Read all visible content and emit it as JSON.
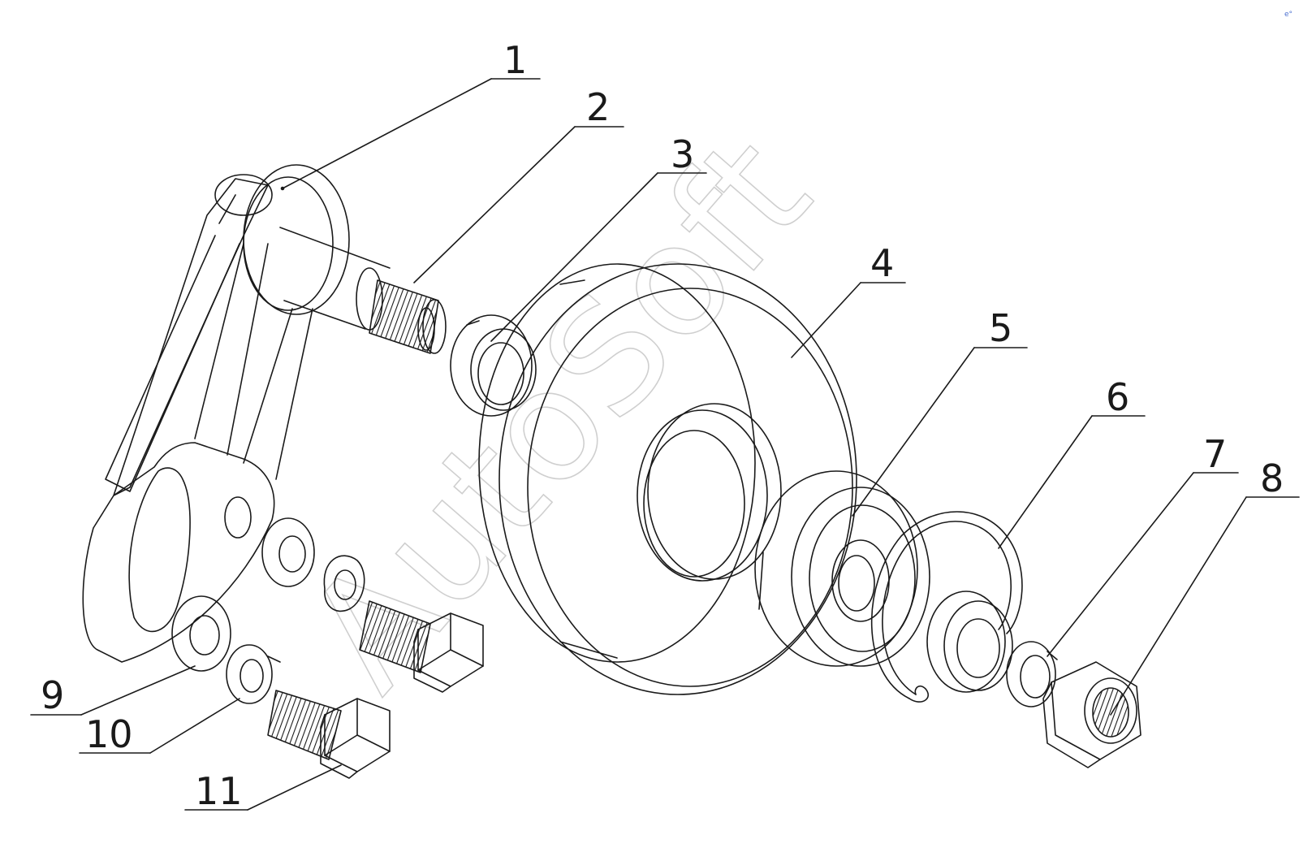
{
  "watermark": "AutoSoft",
  "corner_mark": "e°",
  "callouts": [
    {
      "id": "1",
      "label": "1"
    },
    {
      "id": "2",
      "label": "2"
    },
    {
      "id": "3",
      "label": "3"
    },
    {
      "id": "4",
      "label": "4"
    },
    {
      "id": "5",
      "label": "5"
    },
    {
      "id": "6",
      "label": "6"
    },
    {
      "id": "7",
      "label": "7"
    },
    {
      "id": "8",
      "label": "8"
    },
    {
      "id": "9",
      "label": "9"
    },
    {
      "id": "10",
      "label": "10"
    },
    {
      "id": "11",
      "label": "11"
    }
  ],
  "colors": {
    "line": "#1a1a1a",
    "watermark": "#cfcfcf",
    "background": "#ffffff"
  }
}
